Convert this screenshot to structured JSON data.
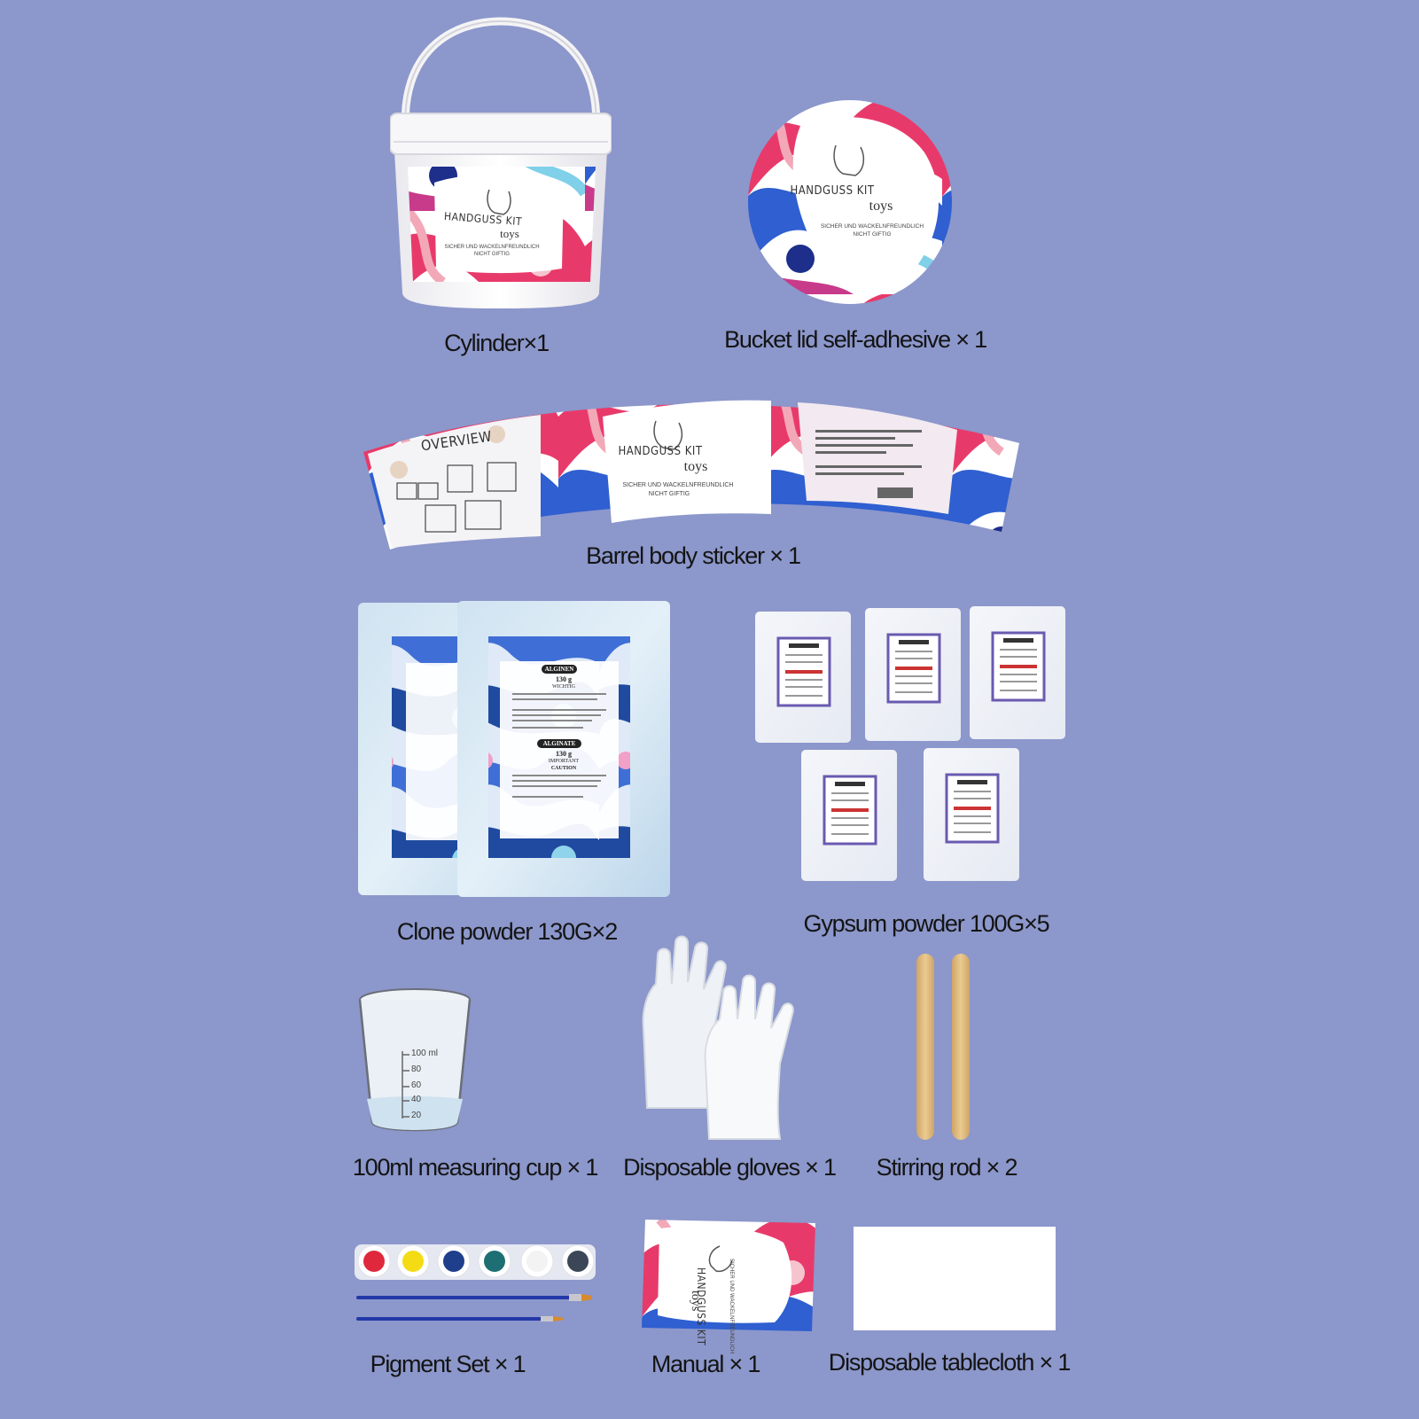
{
  "items": {
    "cylinder": "Cylinder×1",
    "bucket_lid_sticker": "Bucket lid self-adhesive × 1",
    "barrel_sticker": "Barrel body sticker × 1",
    "clone_powder": "Clone powder 130G×2",
    "gypsum_powder": "Gypsum powder 100G×5",
    "measuring_cup": "100ml measuring cup × 1",
    "gloves": "Disposable gloves × 1",
    "stirring_rod": "Stirring rod × 2",
    "pigment_set": "Pigment Set × 1",
    "manual": "Manual × 1",
    "tablecloth": "Disposable tablecloth × 1"
  },
  "brand": {
    "title": "HANDGUSS KIT",
    "toys": "toys",
    "line1": "SICHER UND WACKELNFREUNDLICH",
    "line2": "NICHT GIFTIG"
  },
  "sticker": {
    "overview": "OVERVIEW"
  },
  "alginate_pack": {
    "name_de": "ALGINEN",
    "weight_de": "130 g",
    "note_de": "WICHTIG",
    "name_en": "ALGINATE",
    "weight_en": "130 g",
    "note_fr": "IMPORTANT",
    "note_en": "CAUTION"
  },
  "cup": {
    "ticks": [
      "100 ml",
      "80",
      "60",
      "40",
      "20"
    ]
  },
  "colors": {
    "background": "#8c97cb",
    "paints": [
      "#e0283c",
      "#f3dc14",
      "#1f3f8c",
      "#1d6f73",
      "#f3f3f3",
      "#3b4656"
    ],
    "rod": "#e3bf82"
  }
}
